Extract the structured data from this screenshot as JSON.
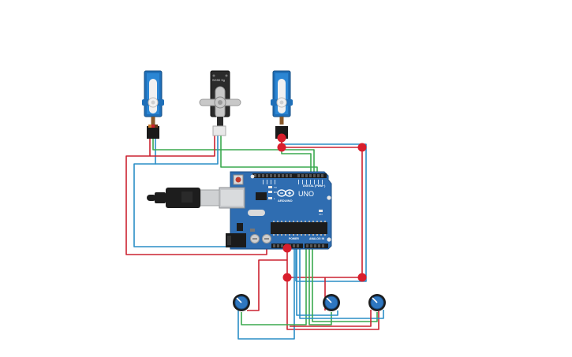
{
  "board": {
    "brand": "ARDUINO",
    "model": "UNO",
    "digital_label": "DIGITAL (PWM~)",
    "power_label": "POWER",
    "analog_label": "ANALOG IN",
    "tx_label": "TX",
    "rx_label": "RX",
    "l_label": "L",
    "on_label": "ON"
  },
  "servos": [
    {
      "id": "servo-1",
      "style": "blue",
      "label": ""
    },
    {
      "id": "servo-2",
      "style": "black",
      "label": "SG90 9g"
    },
    {
      "id": "servo-3",
      "style": "blue",
      "label": ""
    }
  ],
  "potentiometers": [
    {
      "id": "pot-1"
    },
    {
      "id": "pot-2"
    },
    {
      "id": "pot-3"
    }
  ],
  "wire_colors": {
    "power": "#cc2230",
    "ground": "#2a8ec6",
    "signal": "#3aa94e",
    "junction": "#d91e2c"
  },
  "usb_cable": {
    "color": "#1d1d1d"
  }
}
